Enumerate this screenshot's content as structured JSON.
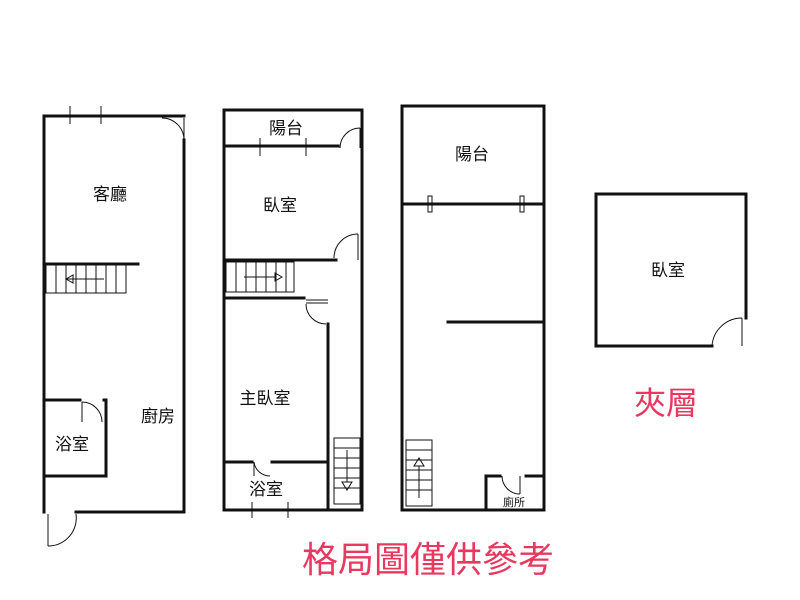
{
  "floors": {
    "first": {
      "rooms": {
        "living": "客廳",
        "kitchen": "廚房",
        "bath": "浴室"
      }
    },
    "second": {
      "rooms": {
        "balcony": "陽台",
        "bedroom": "臥室",
        "master_bedroom": "主臥室",
        "bath": "浴室"
      }
    },
    "third": {
      "rooms": {
        "balcony": "陽台",
        "toilet": "廁所"
      }
    },
    "mezzanine": {
      "title": "夾層",
      "rooms": {
        "bedroom": "臥室"
      }
    }
  },
  "notice": "格局圖僅供參考",
  "colors": {
    "accent": "#e8385f",
    "line": "#111111"
  }
}
